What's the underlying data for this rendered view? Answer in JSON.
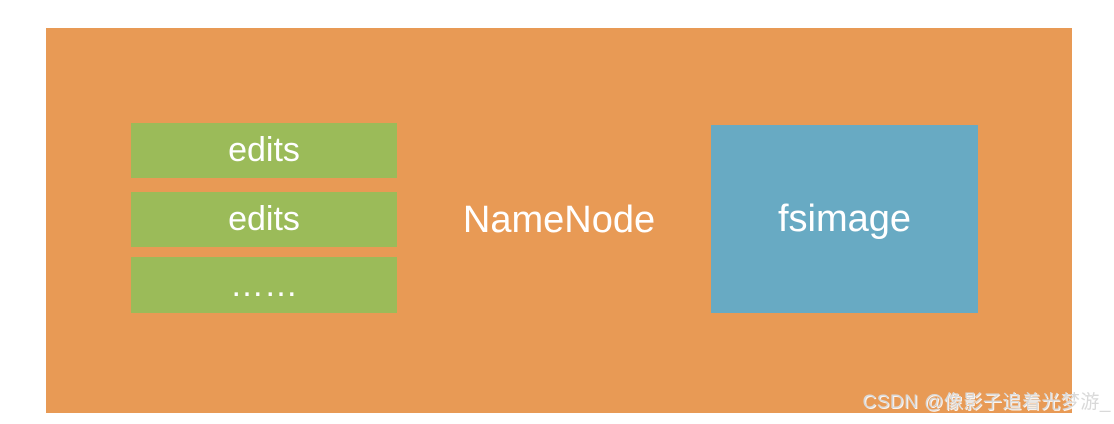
{
  "diagram": {
    "container_label": "NameNode",
    "edits_boxes": [
      {
        "label": "edits"
      },
      {
        "label": "edits"
      },
      {
        "label": "……"
      }
    ],
    "fsimage_box": {
      "label": "fsimage"
    },
    "watermark": "CSDN @像影子追着光梦游_",
    "colors": {
      "canvas_background": "#FFFFFF",
      "container_fill": "#E89A55",
      "edits_fill": "#9BBB59",
      "fsimage_fill": "#68AAC3",
      "label_text": "#FFFFFF",
      "watermark_text": "#D9D9D9"
    }
  }
}
